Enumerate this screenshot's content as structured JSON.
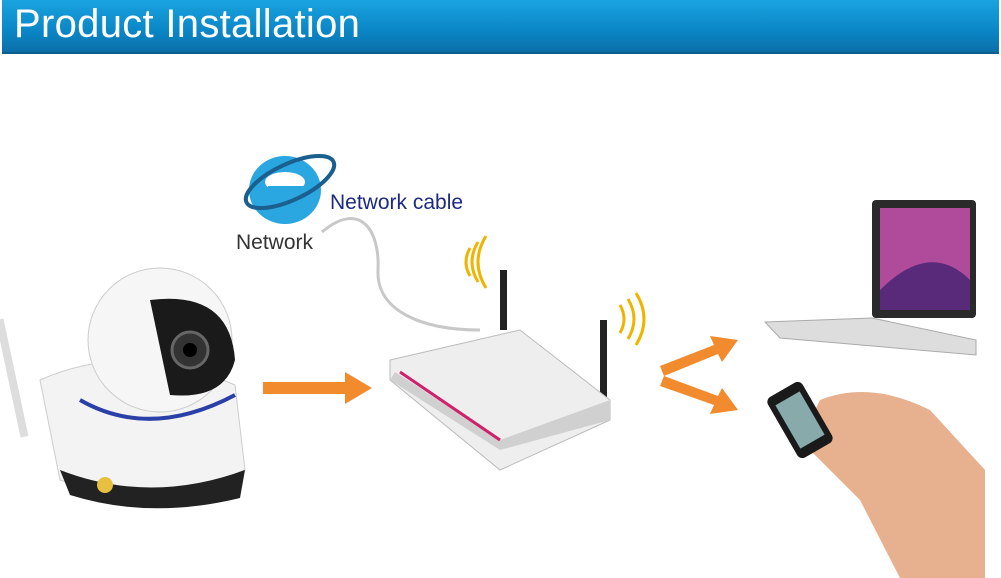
{
  "header": {
    "title": "Product Installation"
  },
  "labels": {
    "network": "Network",
    "network_cable": "Network cable"
  },
  "colors": {
    "header": "#0a86c6",
    "arrow": "#f28a2e",
    "cable_label": "#1c2a80"
  }
}
